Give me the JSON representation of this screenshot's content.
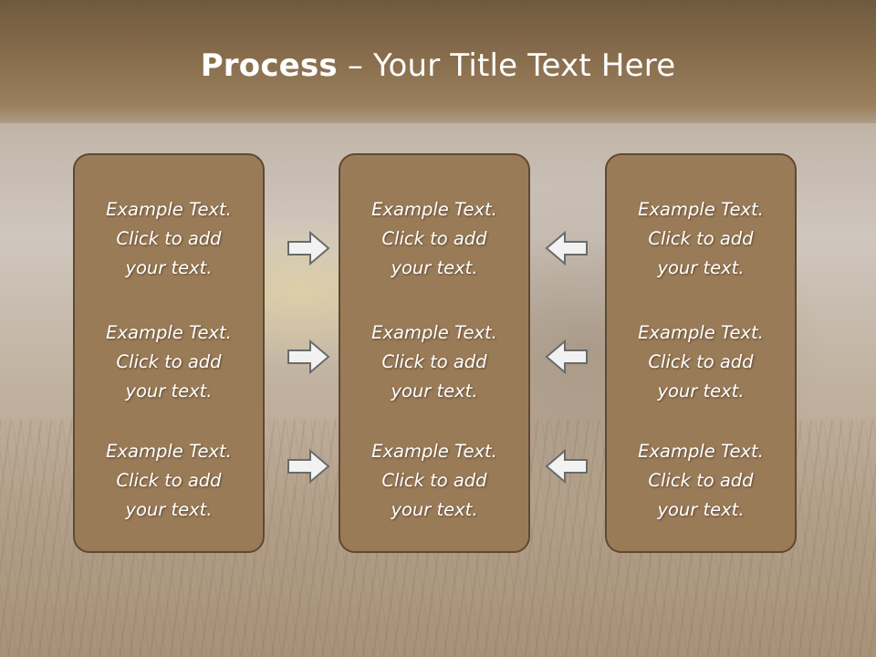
{
  "slide": {
    "title_bold": "Process",
    "title_rest": " – Your Title Text Here"
  },
  "panels": {
    "left": [
      [
        "Example Text.",
        "Click  to add",
        "your text."
      ],
      [
        "Example Text.",
        "Click  to add",
        "your text."
      ],
      [
        "Example Text.",
        "Click  to add",
        "your text."
      ]
    ],
    "center": [
      [
        "Example Text.",
        "Click  to add",
        "your text."
      ],
      [
        "Example Text.",
        "Click  to add",
        "your text."
      ],
      [
        "Example Text.",
        "Click  to add",
        "your text."
      ]
    ],
    "right": [
      [
        "Example Text.",
        "Click  to add",
        "your text."
      ],
      [
        "Example Text.",
        "Click  to add",
        "your text."
      ],
      [
        "Example Text.",
        "Click  to add",
        "your text."
      ]
    ]
  },
  "icons": {
    "arrows_left_column": "right-arrow-icon",
    "arrows_right_column": "left-arrow-icon"
  },
  "colors": {
    "panel_fill": "#9a7b58",
    "panel_border": "#5e4932",
    "header_band": "#876c4c",
    "text": "#ffffff",
    "arrow_fill": "#f2f2f2",
    "arrow_stroke": "#6a6a6a"
  }
}
